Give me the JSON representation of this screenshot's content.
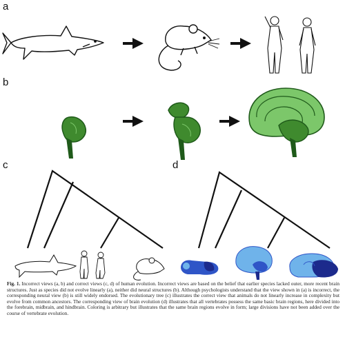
{
  "panels": {
    "a": "a",
    "b": "b",
    "c": "c",
    "d": "d"
  },
  "caption": {
    "label": "Fig. 1.",
    "text": "Incorrect views (a, b) and correct views (c, d) of human evolution. Incorrect views are based on the belief that earlier species lacked outer, more recent brain structures. Just as species did not evolve linearly (a), neither did neural structures (b). Although psychologists understand that the view shown in (a) is incorrect, the corresponding neural view (b) is still widely endorsed. The evolutionary tree (c) illustrates the correct view that animals do not linearly increase in complexity but evolve from common ancestors. The corresponding view of brain evolution (d) illustrates that all vertebrates possess the same basic brain regions, here divided into the forebrain, midbrain, and hindbrain. Coloring is arbitrary but illustrates that the same brain regions evolve in form; large divisions have not been added over the course of vertebrate evolution."
  },
  "colors": {
    "green_dark": "#1f5a1a",
    "green_mid": "#3f8a2e",
    "green_light": "#7cc76a",
    "blue_dark": "#1c2a8c",
    "blue_mid": "#2f55c7",
    "blue_light": "#6fb3ea",
    "line": "#111111"
  },
  "icons": [
    "shark-icon",
    "rat-icon",
    "humans-icon",
    "arrow-right-icon",
    "brain-icon",
    "tree-icon"
  ]
}
